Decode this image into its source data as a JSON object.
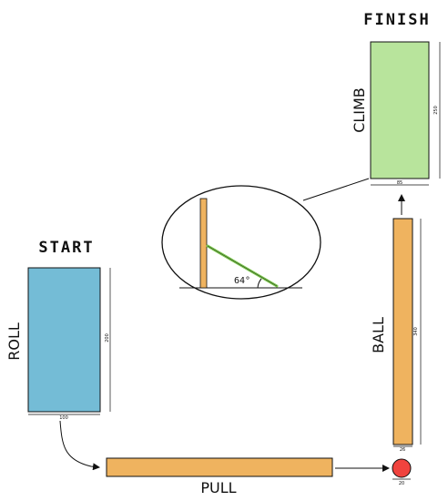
{
  "headings": {
    "start": "START",
    "finish": "FINISH"
  },
  "stations": {
    "roll": {
      "label": "ROLL",
      "width_dim": "100",
      "height_dim": "200"
    },
    "pull": {
      "label": "PULL"
    },
    "ball": {
      "label": "BALL",
      "width_dim": "26",
      "height_dim": "340"
    },
    "target": {
      "width_dim": "20"
    },
    "climb": {
      "label": "CLIMB",
      "width_dim": "85",
      "height_dim": "250"
    }
  },
  "inset": {
    "angle_label": "64°"
  },
  "colors": {
    "roll": "#74bcd6",
    "plank": "#efb35f",
    "climb": "#b8e49c",
    "target": "#f0433e",
    "ramp": "#7bc74d",
    "outline": "#111111"
  }
}
